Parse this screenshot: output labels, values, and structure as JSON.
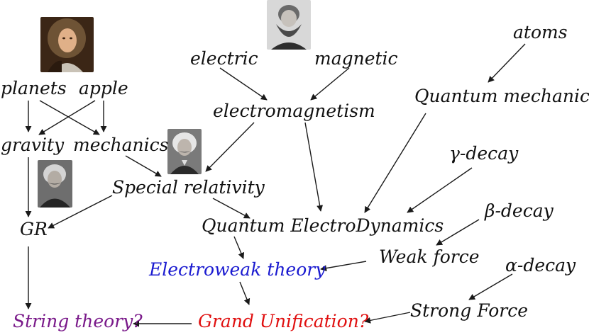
{
  "diagram": {
    "nodes": {
      "planets": "planets",
      "apple": "apple",
      "gravity": "gravity",
      "mechanics": "mechanics",
      "gr": "GR",
      "special_relativity": "Special relativity",
      "electric": "electric",
      "magnetic": "magnetic",
      "electromagnetism": "electromagnetism",
      "atoms": "atoms",
      "quantum_mechanics": "Quantum mechanics",
      "gamma_decay": "γ-decay",
      "qed": "Quantum ElectroDynamics",
      "beta_decay": "β-decay",
      "weak_force": "Weak force",
      "electroweak": "Electroweak theory",
      "alpha_decay": "α-decay",
      "strong_force": "Strong Force",
      "grand_unification": "Grand Unification?",
      "string_theory": "String theory?"
    },
    "colors": {
      "text": "#111111",
      "electroweak": "#1a1ad0",
      "grand_unification": "#e01010",
      "string_theory": "#7a1a8a",
      "arrow": "#1a1a1a"
    },
    "portraits": [
      "newton-portrait",
      "maxwell-portrait",
      "einstein-portrait",
      "einstein-portrait-older"
    ],
    "edges": [
      [
        "planets",
        "gravity"
      ],
      [
        "planets",
        "mechanics"
      ],
      [
        "apple",
        "gravity"
      ],
      [
        "apple",
        "mechanics"
      ],
      [
        "gravity",
        "gr"
      ],
      [
        "mechanics",
        "special_relativity"
      ],
      [
        "special_relativity",
        "gr"
      ],
      [
        "special_relativity",
        "qed"
      ],
      [
        "electric",
        "electromagnetism"
      ],
      [
        "magnetic",
        "electromagnetism"
      ],
      [
        "electromagnetism",
        "special_relativity"
      ],
      [
        "electromagnetism",
        "qed"
      ],
      [
        "atoms",
        "quantum_mechanics"
      ],
      [
        "quantum_mechanics",
        "qed"
      ],
      [
        "gamma_decay",
        "qed"
      ],
      [
        "beta_decay",
        "weak_force"
      ],
      [
        "qed",
        "electroweak"
      ],
      [
        "weak_force",
        "electroweak"
      ],
      [
        "alpha_decay",
        "strong_force"
      ],
      [
        "electroweak",
        "grand_unification"
      ],
      [
        "strong_force",
        "grand_unification"
      ],
      [
        "gr",
        "string_theory"
      ],
      [
        "grand_unification",
        "string_theory"
      ]
    ]
  }
}
